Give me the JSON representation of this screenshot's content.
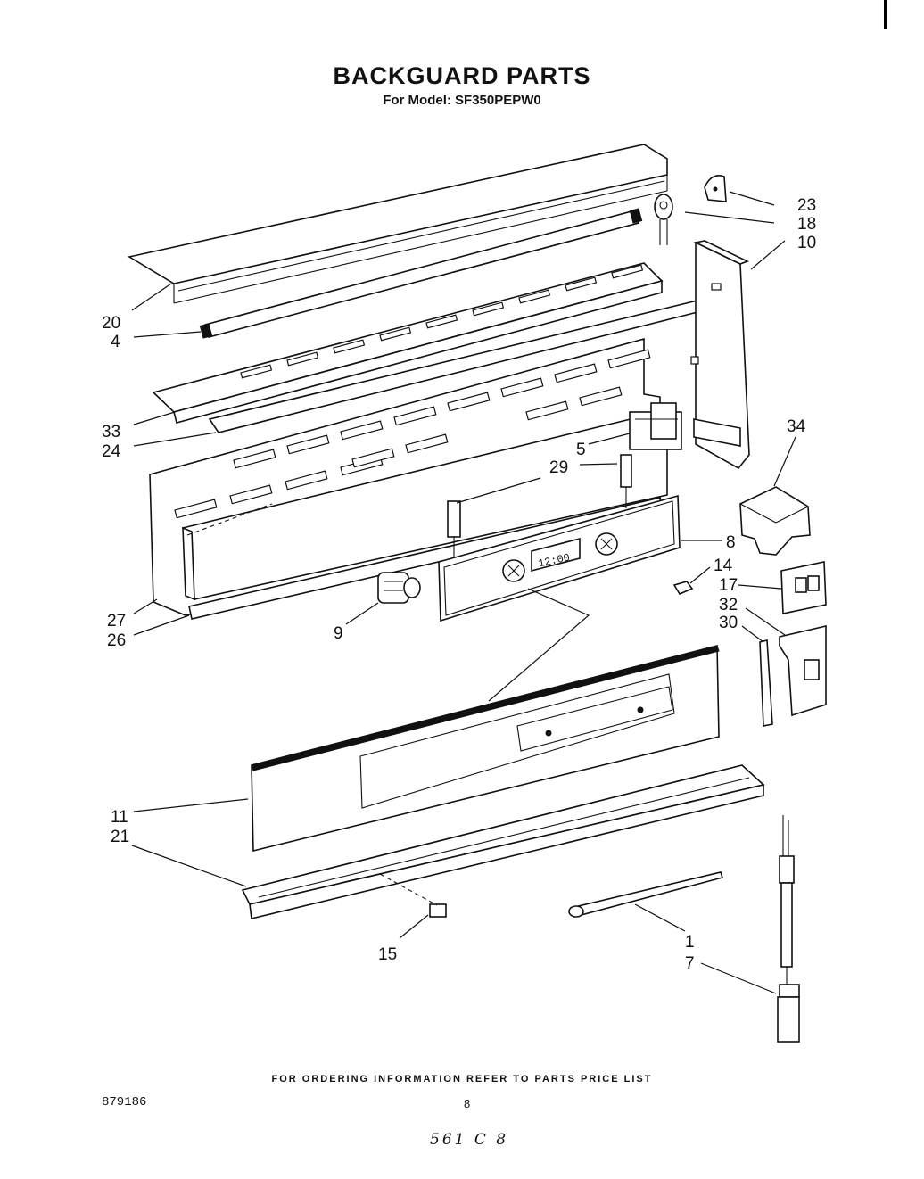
{
  "header": {
    "title": "BACKGUARD PARTS",
    "subtitle": "For Model: SF350PEPW0"
  },
  "callouts": {
    "c23": "23",
    "c18": "18",
    "c10": "10",
    "c20": "20",
    "c4": "4",
    "c33": "33",
    "c24": "24",
    "c5": "5",
    "c29": "29",
    "c34": "34",
    "c8": "8",
    "c14": "14",
    "c17": "17",
    "c32": "32",
    "c30": "30",
    "c27": "27",
    "c26": "26",
    "c9": "9",
    "c11": "11",
    "c21": "21",
    "c15": "15",
    "c1": "1",
    "c7": "7"
  },
  "clock_display": "12:00",
  "footer": {
    "ordering_note": "FOR ORDERING INFORMATION REFER TO PARTS PRICE LIST",
    "doc_number": "879186",
    "page_number": "8",
    "handwritten_note": "561 C 8"
  }
}
